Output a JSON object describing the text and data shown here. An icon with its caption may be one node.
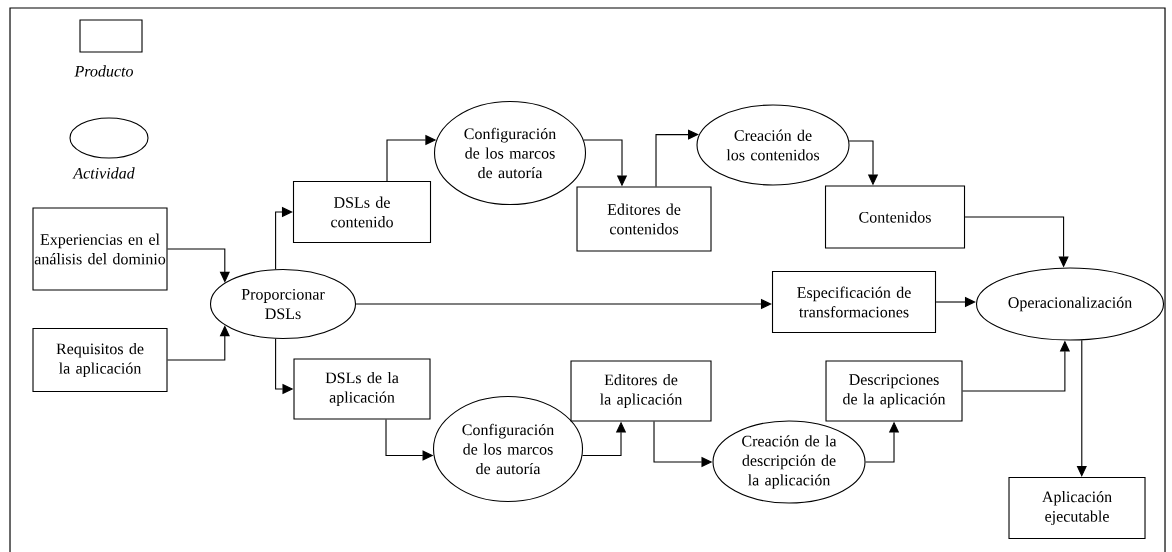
{
  "diagram": {
    "nodes": [
      {
        "text": [
          "Experiencias en el análisis del dominio"
        ]
      },
      {
        "text": [
          "Requisitos de la aplicación"
        ]
      },
      {
        "text": [
          "Proporcionar DSLs"
        ]
      },
      {
        "text": [
          "DSLs de contenido"
        ]
      },
      {
        "text": [
          "Configuración de los marcos de autoría"
        ]
      },
      {
        "text": [
          "Editores de contenidos"
        ]
      },
      {
        "text": [
          "Creación de los contenidos"
        ]
      },
      {
        "text": [
          "Contenidos"
        ]
      },
      {
        "text": [
          "Especificación de transformaciones"
        ]
      },
      {
        "text": [
          "Operacionalización"
        ]
      },
      {
        "text": [
          "DSLs de la aplicación"
        ]
      },
      {
        "text": [
          "Configuración de los marcos de autoría"
        ]
      },
      {
        "text": [
          "Editores de la aplicación"
        ]
      },
      {
        "text": [
          "Creación de la descripción de la aplicación"
        ]
      },
      {
        "text": [
          "Descripciones de la aplicación"
        ]
      },
      {
        "text": [
          "Aplicación ejecutable"
        ]
      }
    ],
    "edges": [
      {
        "from": 0,
        "to": 2,
        "arrow": "to"
      },
      {
        "from": 1,
        "to": 2,
        "arrow": "to"
      },
      {
        "from": 2,
        "to": 3,
        "arrow": "to"
      },
      {
        "from": 3,
        "to": 4,
        "arrow": "to"
      },
      {
        "from": 4,
        "to": 5,
        "arrow": "to"
      },
      {
        "from": 5,
        "to": 6,
        "arrow": "to"
      },
      {
        "from": 6,
        "to": 7,
        "arrow": "to"
      },
      {
        "from": 7,
        "to": 9,
        "arrow": "to"
      },
      {
        "from": 2,
        "to": 8,
        "arrow": "to"
      },
      {
        "from": 8,
        "to": 9,
        "arrow": "to"
      },
      {
        "from": 2,
        "to": 10,
        "arrow": "to"
      },
      {
        "from": 10,
        "to": 11,
        "arrow": "to"
      },
      {
        "from": 11,
        "to": 12,
        "arrow": "to"
      },
      {
        "from": 12,
        "to": 13,
        "arrow": "to"
      },
      {
        "from": 13,
        "to": 14,
        "arrow": "to"
      },
      {
        "from": 14,
        "to": 9,
        "arrow": "to"
      },
      {
        "from": 9,
        "to": 15,
        "arrow": "to"
      }
    ],
    "legend": [
      {
        "text": "Producto"
      },
      {
        "text": "Actividad"
      }
    ]
  }
}
